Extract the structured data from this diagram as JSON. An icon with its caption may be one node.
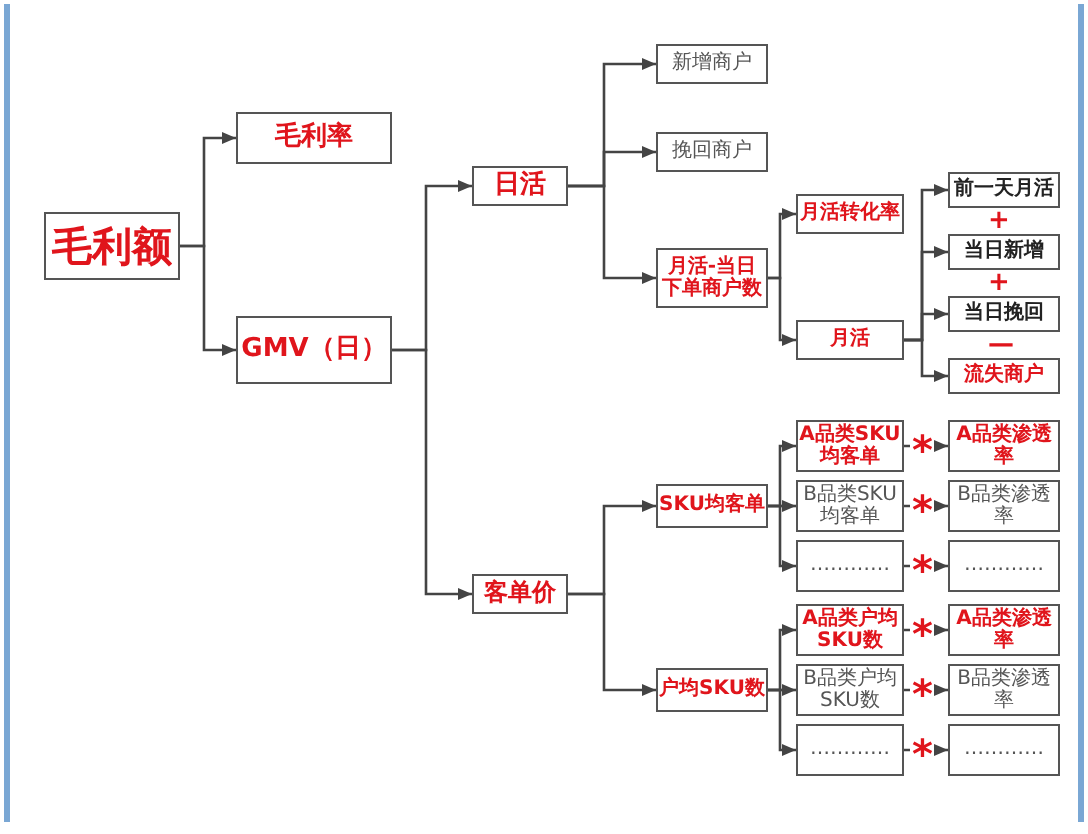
{
  "diagram": {
    "nodes": [
      {
        "text": [
          "毛利额"
        ]
      },
      {
        "text": [
          "毛利率"
        ]
      },
      {
        "text": [
          "GMV（日）"
        ]
      },
      {
        "text": [
          "日活"
        ]
      },
      {
        "text": [
          "客单价"
        ]
      },
      {
        "text": [
          "新增商户"
        ]
      },
      {
        "text": [
          "挽回商户"
        ]
      },
      {
        "text": [
          "月活-当日下单商户数"
        ]
      },
      {
        "text": [
          "月活转化率"
        ]
      },
      {
        "text": [
          "月活"
        ]
      },
      {
        "text": [
          "前一天月活"
        ]
      },
      {
        "text": [
          "当日新增"
        ]
      },
      {
        "text": [
          "当日挽回"
        ]
      },
      {
        "text": [
          "流失商户"
        ]
      },
      {
        "text": [
          "SKU均客单"
        ]
      },
      {
        "text": [
          "户均SKU数"
        ]
      },
      {
        "text": [
          "A品类SKU均客单"
        ]
      },
      {
        "text": [
          "A品类渗透率"
        ]
      },
      {
        "text": [
          "B品类SKU均客单"
        ]
      },
      {
        "text": [
          "B品类渗透率"
        ]
      },
      {
        "text": [
          "…………"
        ]
      },
      {
        "text": [
          "…………"
        ]
      },
      {
        "text": [
          "A品类户均SKU数"
        ]
      },
      {
        "text": [
          "A品类渗透率"
        ]
      },
      {
        "text": [
          "B品类户均SKU数"
        ]
      },
      {
        "text": [
          "B品类渗透率"
        ]
      },
      {
        "text": [
          "…………"
        ]
      },
      {
        "text": [
          "…………"
        ]
      }
    ],
    "edges": [
      {
        "from": 0,
        "to": 1,
        "arrow": "to"
      },
      {
        "from": 0,
        "to": 2,
        "arrow": "to"
      },
      {
        "from": 2,
        "to": 3,
        "arrow": "to"
      },
      {
        "from": 2,
        "to": 4,
        "arrow": "to"
      },
      {
        "from": 3,
        "to": 5,
        "arrow": "to"
      },
      {
        "from": 3,
        "to": 6,
        "arrow": "to"
      },
      {
        "from": 3,
        "to": 7,
        "arrow": "to"
      },
      {
        "from": 7,
        "to": 8,
        "arrow": "to"
      },
      {
        "from": 7,
        "to": 9,
        "arrow": "to"
      },
      {
        "from": 9,
        "to": 10,
        "arrow": "to"
      },
      {
        "from": 9,
        "to": 11,
        "arrow": "to"
      },
      {
        "from": 9,
        "to": 12,
        "arrow": "to"
      },
      {
        "from": 9,
        "to": 13,
        "arrow": "to"
      },
      {
        "from": 4,
        "to": 14,
        "arrow": "to"
      },
      {
        "from": 4,
        "to": 15,
        "arrow": "to"
      },
      {
        "from": 14,
        "to": 16,
        "arrow": "to"
      },
      {
        "from": 14,
        "to": 18,
        "arrow": "to"
      },
      {
        "from": 14,
        "to": 20,
        "arrow": "to"
      },
      {
        "from": 15,
        "to": 22,
        "arrow": "to"
      },
      {
        "from": 15,
        "to": 24,
        "arrow": "to"
      },
      {
        "from": 15,
        "to": 26,
        "arrow": "to"
      },
      {
        "from": 16,
        "to": 17,
        "arrow": "to",
        "label": "*"
      },
      {
        "from": 18,
        "to": 19,
        "arrow": "to",
        "label": "*"
      },
      {
        "from": 20,
        "to": 21,
        "arrow": "to",
        "label": "*"
      },
      {
        "from": 22,
        "to": 23,
        "arrow": "to",
        "label": "*"
      },
      {
        "from": 24,
        "to": 25,
        "arrow": "to",
        "label": "*"
      },
      {
        "from": 26,
        "to": 27,
        "arrow": "to",
        "label": "*"
      }
    ],
    "labels": [
      "+",
      "+",
      "—"
    ]
  }
}
